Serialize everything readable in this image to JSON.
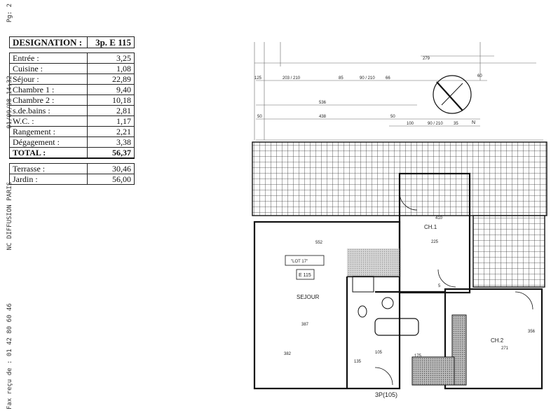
{
  "fax": {
    "phone": "Fax reçu de : 01 42 80 60 46",
    "sender": "NC DIFFUSION PARIS",
    "datetime": "01/09/98 14:32",
    "page": "Pg: 2"
  },
  "table": {
    "designation_label": "DESIGNATION :",
    "designation_value": "3p. E 115",
    "rows": [
      {
        "label": "Entrée :",
        "value": "3,25"
      },
      {
        "label": "Cuisine :",
        "value": "1,08"
      },
      {
        "label": "Séjour :",
        "value": "22,89"
      },
      {
        "label": "Chambre 1 :",
        "value": "9,40"
      },
      {
        "label": "Chambre 2 :",
        "value": "10,18"
      },
      {
        "label": "s.de.bains :",
        "value": "2,81"
      },
      {
        "label": "W.C. :",
        "value": "1,17"
      },
      {
        "label": "Rangement :",
        "value": "2,21"
      },
      {
        "label": "Dégagement :",
        "value": "3,38"
      }
    ],
    "total_label": "TOTAL :",
    "total_value": "56,37",
    "extra": [
      {
        "label": "Terrasse :",
        "value": "30,46"
      },
      {
        "label": "Jardin :",
        "value": "56,00"
      }
    ]
  },
  "plan": {
    "rooms": {
      "sejour": "SEJOUR",
      "ch1": "CH.1",
      "ch2": "CH.2",
      "unit": "E 115",
      "lot": "\"LOT 17\"",
      "north": "N",
      "label": "3P(105)"
    },
    "dims": {
      "d279": "279",
      "d125": "125",
      "d203_210": "203 / 210",
      "d85": "85",
      "d90_210a": "90 / 210",
      "d66": "66",
      "d60": "60",
      "d536": "536",
      "d50a": "50",
      "d438": "438",
      "d50b": "50",
      "d100": "100",
      "d90_210b": "90 / 210",
      "d35": "35",
      "d552": "552",
      "d410": "410",
      "d225": "225",
      "d387": "387",
      "d382": "382",
      "d105": "105",
      "d356": "356",
      "d271": "271",
      "d175": "175",
      "d135": "135",
      "d5": "5"
    }
  }
}
